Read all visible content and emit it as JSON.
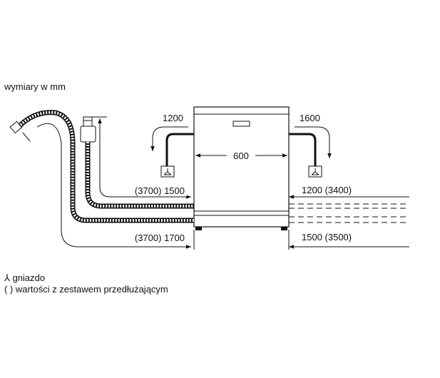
{
  "units_label": "wymiary w mm",
  "top": {
    "left_socket_dim": "1200",
    "right_socket_dim": "1600",
    "width_dim": "600"
  },
  "left_side": {
    "upper_hose_dim": "(3700) 1500",
    "lower_hose_dim": "(3700) 1700"
  },
  "right_side": {
    "upper_dim": "1200 (3400)",
    "lower_dim": "1500 (3500)"
  },
  "legend": {
    "socket_symbol": "⅄",
    "socket_label": "gniazdo",
    "bracket_symbol": "( )",
    "bracket_label": "wartości z zestawem przedłużającym"
  }
}
